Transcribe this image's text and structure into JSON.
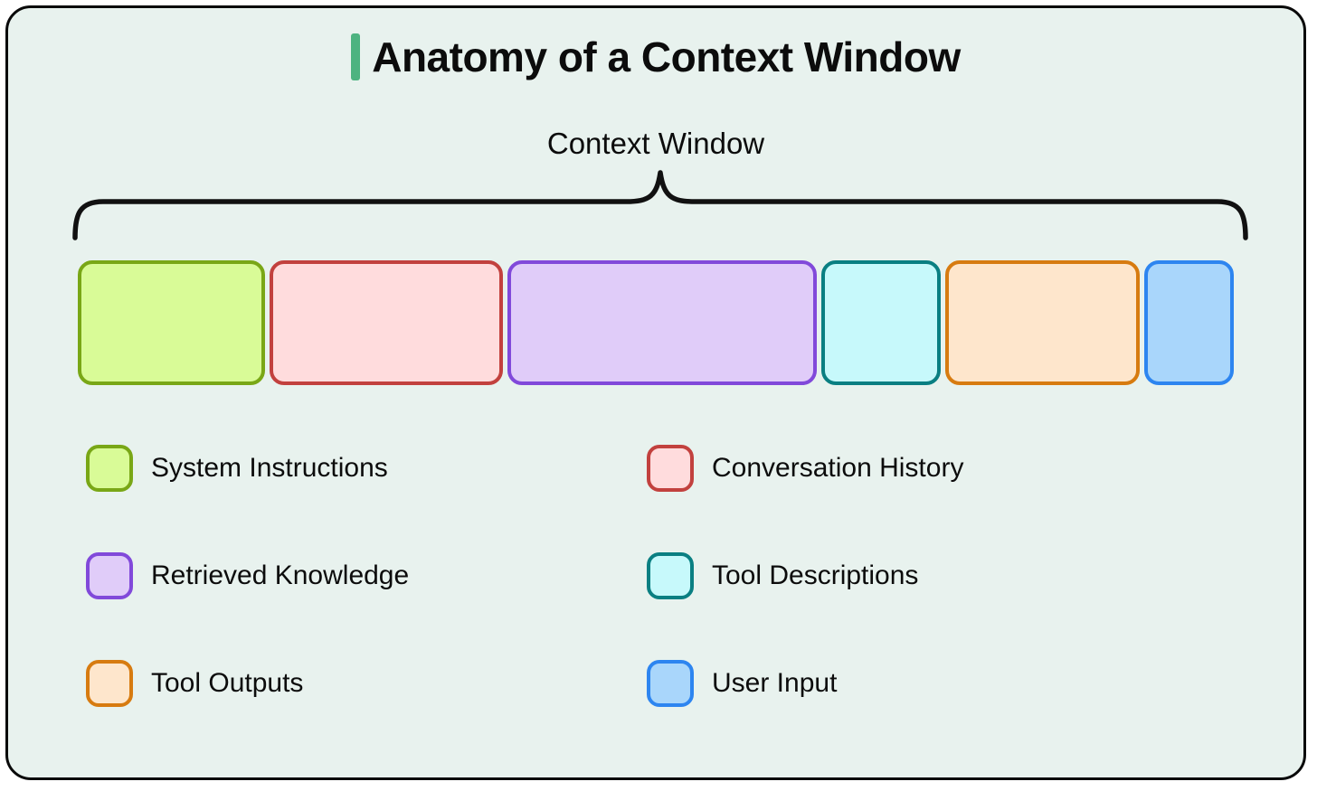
{
  "title": {
    "text": "Anatomy of a Context Window",
    "accent_color": "#4db380"
  },
  "brace_label": "Context Window",
  "colors": {
    "canvas_background": "#e8f2ee",
    "frame_border": "#0a0a0a",
    "brace_stroke": "#111111",
    "text": "#0c0c0c"
  },
  "segments": [
    {
      "id": "system-instructions",
      "fill": "#d9fb97",
      "border": "#79a716",
      "flex": 210
    },
    {
      "id": "conversation-history",
      "fill": "#ffdcdd",
      "border": "#c2413e",
      "flex": 265
    },
    {
      "id": "retrieved-knowledge",
      "fill": "#e0ccf9",
      "border": "#8149da",
      "flex": 353
    },
    {
      "id": "tool-descriptions",
      "fill": "#c7f9fb",
      "border": "#0a7f82",
      "flex": 131
    },
    {
      "id": "tool-outputs",
      "fill": "#fee6cc",
      "border": "#d77b10",
      "flex": 219
    },
    {
      "id": "user-input",
      "fill": "#a9d6fb",
      "border": "#2d85f0",
      "flex": 96
    }
  ],
  "legend": {
    "items": [
      {
        "id": "system-instructions",
        "label": "System Instructions",
        "fill": "#d9fb97",
        "border": "#79a716"
      },
      {
        "id": "conversation-history",
        "label": "Conversation History",
        "fill": "#ffdcdd",
        "border": "#c2413e"
      },
      {
        "id": "retrieved-knowledge",
        "label": "Retrieved Knowledge",
        "fill": "#e0ccf9",
        "border": "#8149da"
      },
      {
        "id": "tool-descriptions",
        "label": "Tool Descriptions",
        "fill": "#c7f9fb",
        "border": "#0a7f82"
      },
      {
        "id": "tool-outputs",
        "label": "Tool Outputs",
        "fill": "#fee6cc",
        "border": "#d77b10"
      },
      {
        "id": "user-input",
        "label": "User Input",
        "fill": "#a9d6fb",
        "border": "#2d85f0"
      }
    ]
  }
}
